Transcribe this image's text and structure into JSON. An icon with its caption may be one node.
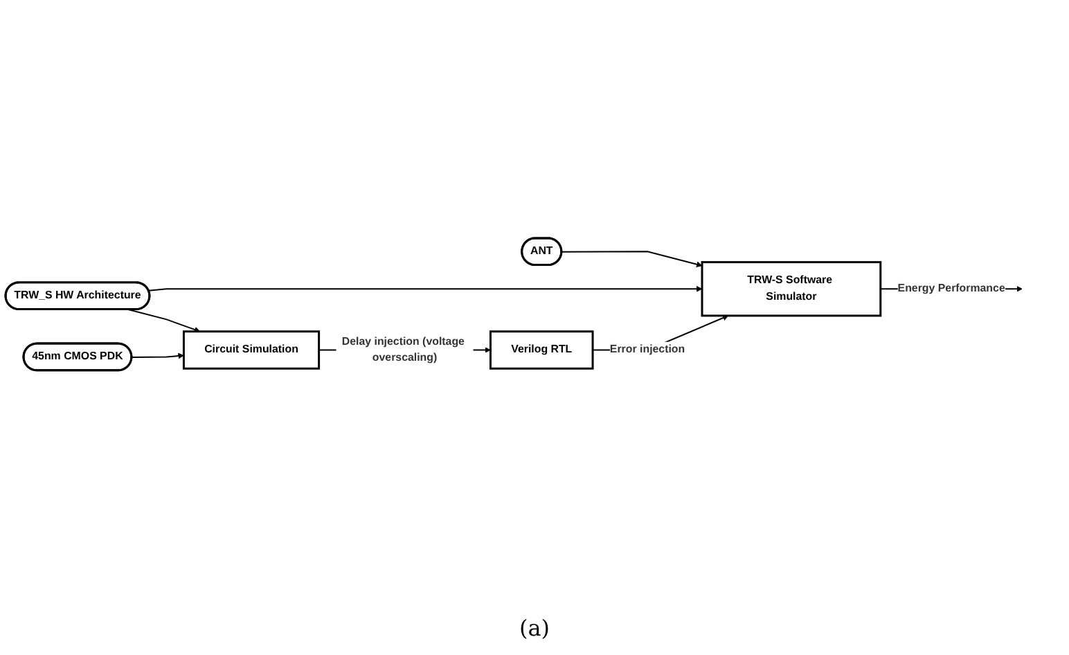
{
  "diagram": {
    "caption": "(a)",
    "nodes": [
      {
        "text": [
          "ANT"
        ]
      },
      {
        "text": [
          "TRW_S HW Architecture"
        ]
      },
      {
        "text": [
          "TRW-S Software Simulator"
        ]
      },
      {
        "text": [
          "45nm CMOS PDK"
        ]
      },
      {
        "text": [
          "Circuit Simulation"
        ]
      },
      {
        "text": [
          "Verilog RTL"
        ]
      }
    ],
    "edges": [
      {
        "from": 0,
        "to": 2,
        "arrow": "to"
      },
      {
        "from": 1,
        "to": 2,
        "arrow": "to"
      },
      {
        "from": 1,
        "to": 4,
        "arrow": "to"
      },
      {
        "from": 3,
        "to": 4,
        "arrow": "to"
      },
      {
        "from": 4,
        "to": 5,
        "arrow": "to",
        "label": "Delay injection (voltage overscaling)"
      },
      {
        "from": 5,
        "to": 2,
        "arrow": "to",
        "label": "Error injection"
      },
      {
        "from": 2,
        "to": null,
        "arrow": "to",
        "label": "Energy Performance"
      }
    ]
  }
}
